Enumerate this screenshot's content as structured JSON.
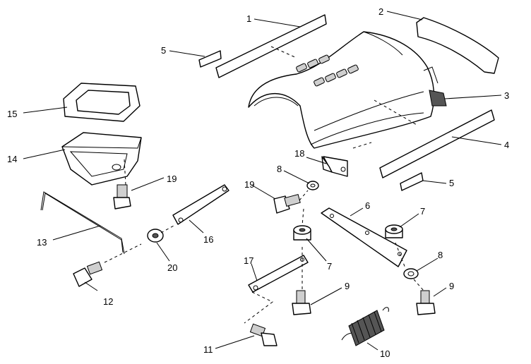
{
  "diagram": {
    "labels": {
      "p1": "1",
      "p2": "2",
      "p3": "3",
      "p4": "4",
      "p5a": "5",
      "p5b": "5",
      "p6": "6",
      "p7a": "7",
      "p7b": "7",
      "p8a": "8",
      "p8b": "8",
      "p9a": "9",
      "p9b": "9",
      "p10": "10",
      "p11": "11",
      "p12": "12",
      "p13": "13",
      "p14": "14",
      "p15": "15",
      "p16": "16",
      "p17": "17",
      "p18": "18",
      "p19a": "19",
      "p19b": "19",
      "p20": "20"
    }
  }
}
